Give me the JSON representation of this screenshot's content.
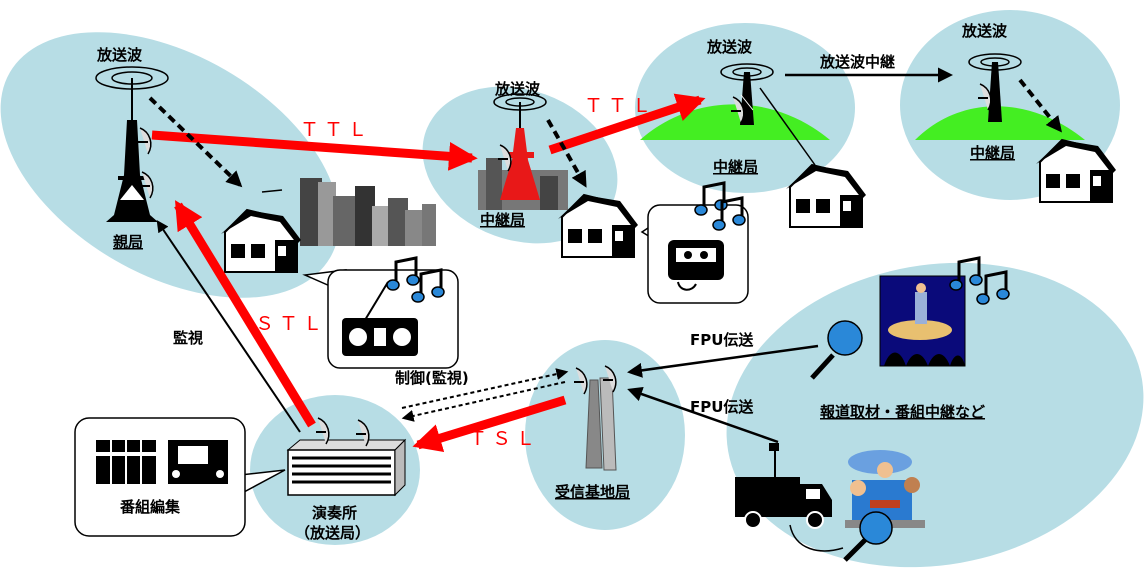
{
  "labels": {
    "wave_main": "放送波",
    "wave_relay1": "放送波",
    "wave_relay2": "放送波",
    "wave_relay3": "放送波",
    "wave_relay_link": "放送波中継",
    "ttl_1": "ＴＴＬ",
    "ttl_2": "ＴＴＬ",
    "stl": "ＳＴＬ",
    "tsl": "ＴＳＬ",
    "main_station": "親局",
    "relay_station_1": "中継局",
    "relay_station_2": "中継局",
    "relay_station_3": "中継局",
    "kanshi": "監視",
    "control_monitor": "制御(監視)",
    "fpu_1": "FPU伝送",
    "fpu_2": "FPU伝送",
    "news_gathering": "報道取材・番組中継など",
    "receive_base": "受信基地局",
    "studio_line1": "演奏所",
    "studio_line2": "（放送局）",
    "program_edit": "番組編集"
  },
  "colors": {
    "zone_fill": "#b7dde5",
    "link_red": "#ff0000",
    "hill_green": "#44ee22",
    "tower_red": "#e81818"
  }
}
